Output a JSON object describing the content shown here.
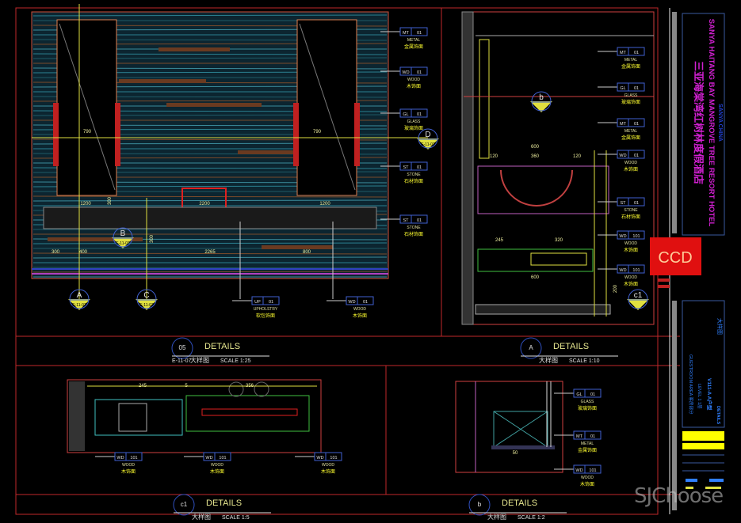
{
  "title_block": {
    "project_cn": "三亚海棠湾红树林度假酒店",
    "project_en": "SANYA HAITANG BAY MANGROVE TREE RESORT HOTEL",
    "location": "SANYA CHINA",
    "logo": "CCD",
    "area": "GUESTROOM AREA 客房部分",
    "level": "LEVEL 1  1层",
    "unit": "V111-A  A户型",
    "sheet": "DETAILS",
    "sheet_cn": "大样图"
  },
  "watermark": "SJChoose",
  "details": [
    {
      "mark": "05",
      "ref": "E-11-07",
      "title": "DETAILS",
      "subtitle": "大样图",
      "scale": "SCALE  1:25"
    },
    {
      "mark": "A",
      "ref": "",
      "title": "DETAILS",
      "subtitle": "大样图",
      "scale": "SCALE  1:10"
    },
    {
      "mark": "c1",
      "ref": "",
      "title": "DETAILS",
      "subtitle": "大样图",
      "scale": "SCALE  1:5"
    },
    {
      "mark": "b",
      "ref": "",
      "title": "DETAILS",
      "subtitle": "大样图",
      "scale": "SCALE  1:2"
    }
  ],
  "section_marks": [
    {
      "letter": "B",
      "ref": "E-11-07"
    },
    {
      "letter": "D",
      "ref": "E-11-07"
    },
    {
      "letter": "A",
      "ref": "E-11-07"
    },
    {
      "letter": "C",
      "ref": "E-11-07"
    },
    {
      "letter": "b",
      "ref": ""
    },
    {
      "letter": "c1",
      "ref": ""
    }
  ],
  "tags": [
    {
      "code": "MT",
      "num": "01",
      "material": "METAL",
      "cn": "金属饰面"
    },
    {
      "code": "WD",
      "num": "01",
      "material": "WOOD",
      "cn": "木饰面"
    },
    {
      "code": "GL",
      "num": "01",
      "material": "GLASS",
      "cn": "玻璃饰面"
    },
    {
      "code": "ST",
      "num": "01",
      "material": "STONE",
      "cn": "石材饰面"
    },
    {
      "code": "ST",
      "num": "01",
      "material": "STONE",
      "cn": "石材饰面"
    },
    {
      "code": "UP",
      "num": "01",
      "material": "UPHOLSTRY",
      "cn": "软包饰面"
    },
    {
      "code": "WD",
      "num": "01",
      "material": "WOOD",
      "cn": "木饰面"
    },
    {
      "code": "MT",
      "num": "01",
      "material": "METAL",
      "cn": "金属饰面"
    },
    {
      "code": "GL",
      "num": "01",
      "material": "GLASS",
      "cn": "玻璃饰面"
    },
    {
      "code": "MT",
      "num": "01",
      "material": "METAL",
      "cn": "金属饰面"
    },
    {
      "code": "WD",
      "num": "01",
      "material": "WOOD",
      "cn": "木饰面"
    },
    {
      "code": "ST",
      "num": "01",
      "material": "STONE",
      "cn": "石材饰面"
    },
    {
      "code": "WD",
      "num": "101",
      "material": "WOOD",
      "cn": "木饰面"
    },
    {
      "code": "WD",
      "num": "101",
      "material": "WOOD",
      "cn": "木饰面"
    },
    {
      "code": "WD",
      "num": "101",
      "material": "WOOD",
      "cn": "木饰面"
    },
    {
      "code": "WD",
      "num": "101",
      "material": "WOOD",
      "cn": "木饰面"
    },
    {
      "code": "WD",
      "num": "101",
      "material": "WOOD",
      "cn": "木饰面"
    },
    {
      "code": "GL",
      "num": "01",
      "material": "GLASS",
      "cn": "玻璃饰面"
    },
    {
      "code": "MT",
      "num": "01",
      "material": "METAL",
      "cn": "金属饰面"
    },
    {
      "code": "WD",
      "num": "101",
      "material": "WOOD",
      "cn": "木饰面"
    }
  ],
  "dimensions": [
    "790",
    "790",
    "1200",
    "2200",
    "1200",
    "300",
    "400",
    "2265",
    "800",
    "300",
    "300",
    "600",
    "120",
    "360",
    "120",
    "245",
    "320",
    "600",
    "200",
    "245",
    "5",
    "356",
    "50"
  ]
}
